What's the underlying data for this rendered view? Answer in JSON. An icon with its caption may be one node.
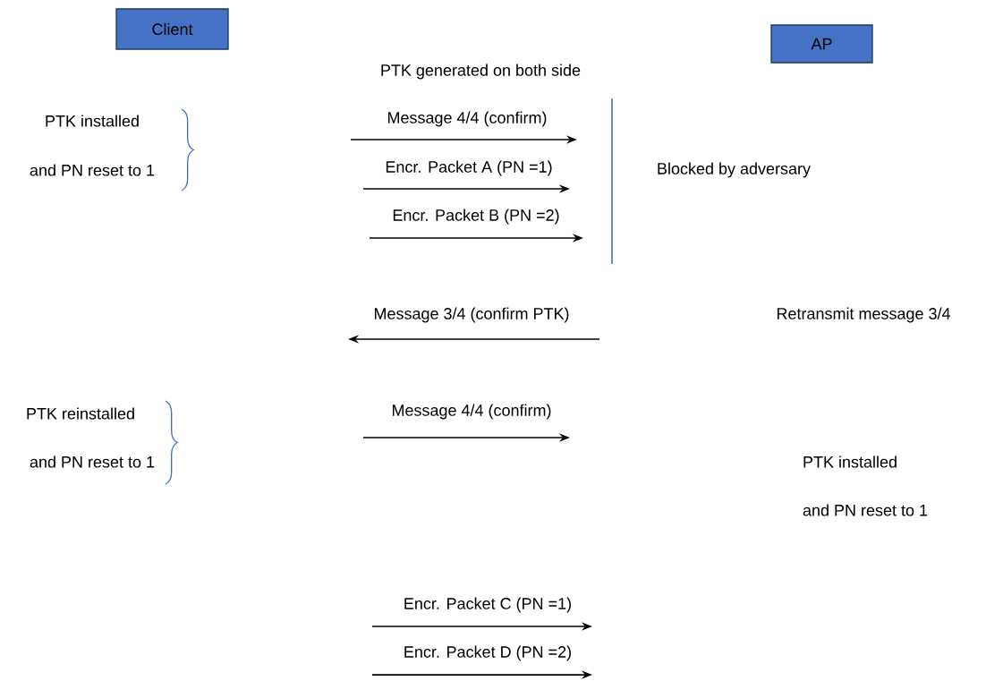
{
  "diagram": {
    "nodes": [
      {
        "text": [
          "Client"
        ]
      },
      {
        "text": [
          "AP"
        ]
      }
    ],
    "labels": [
      "PTK generated on both side",
      "PTK installed",
      "Message 4/4 (confirm)",
      "and PN reset to 1",
      "Encr. Packet A (PN =1)",
      "Blocked by adversary",
      "Encr. Packet B (PN =2)",
      "Message 3/4 (confirm PTK)",
      "Retransmit message 3/4",
      "PTK reinstalled",
      "Message 4/4 (confirm)",
      "and PN reset to 1",
      "PTK installed",
      "and PN reset to 1",
      "Encr. Packet C (PN =1)",
      "Encr. Packet D (PN =2)"
    ]
  }
}
